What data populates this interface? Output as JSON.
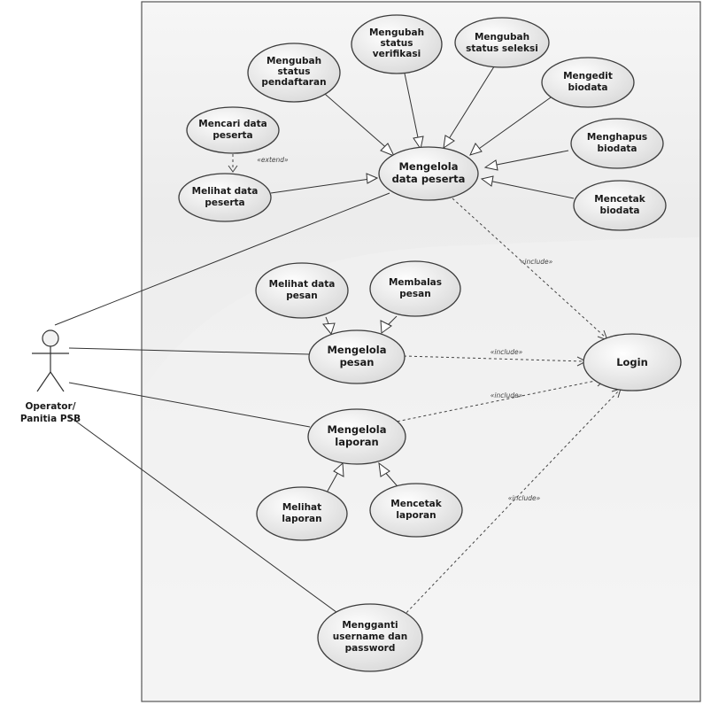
{
  "actor": {
    "name_line1": "Operator/",
    "name_line2": "Panitia PSB"
  },
  "use_cases": {
    "mencari": [
      "Mencari data",
      "peserta"
    ],
    "melihat_peserta": [
      "Melihat data",
      "peserta"
    ],
    "ubah_pendaftaran": [
      "Mengubah",
      "status",
      "pendaftaran"
    ],
    "ubah_verifikasi": [
      "Mengubah",
      "status",
      "verifikasi"
    ],
    "ubah_seleksi": [
      "Mengubah",
      "status seleksi"
    ],
    "edit_biodata": [
      "Mengedit",
      "biodata"
    ],
    "hapus_biodata": [
      "Menghapus",
      "biodata"
    ],
    "cetak_biodata": [
      "Mencetak",
      "biodata"
    ],
    "kelola_peserta": [
      "Mengelola",
      "data peserta"
    ],
    "lihat_pesan": [
      "Melihat data",
      "pesan"
    ],
    "balas_pesan": [
      "Membalas",
      "pesan"
    ],
    "kelola_pesan": [
      "Mengelola",
      "pesan"
    ],
    "login": [
      "Login"
    ],
    "kelola_laporan": [
      "Mengelola",
      "laporan"
    ],
    "lihat_laporan": [
      "Melihat",
      "laporan"
    ],
    "cetak_laporan": [
      "Mencetak",
      "laporan"
    ],
    "ganti_password": [
      "Mengganti",
      "username dan",
      "password"
    ]
  },
  "stereotypes": {
    "extend": "«extend»",
    "include_peserta": "«include»",
    "include_pesan": "«include»",
    "include_laporan": "«include»",
    "include_password": "«include»"
  }
}
